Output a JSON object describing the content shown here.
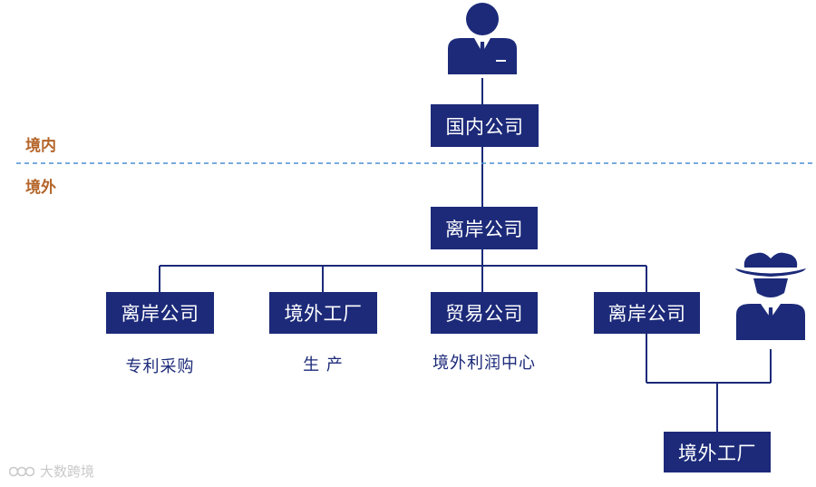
{
  "regions": {
    "domestic": "境内",
    "overseas": "境外"
  },
  "nodes": {
    "root": "国内公司",
    "offshore": "离岸公司",
    "children": [
      "离岸公司",
      "境外工厂",
      "贸易公司",
      "离岸公司"
    ],
    "bottom_factory": "境外工厂"
  },
  "captions": [
    "专利采购",
    "生 产",
    "境外利润中心"
  ],
  "watermark": "大数跨境",
  "colors": {
    "node_fill": "#1c2a79",
    "region_text": "#b5652a",
    "divider": "#4a8fd0"
  },
  "icons": [
    "businessman-icon",
    "hat-man-icon"
  ]
}
